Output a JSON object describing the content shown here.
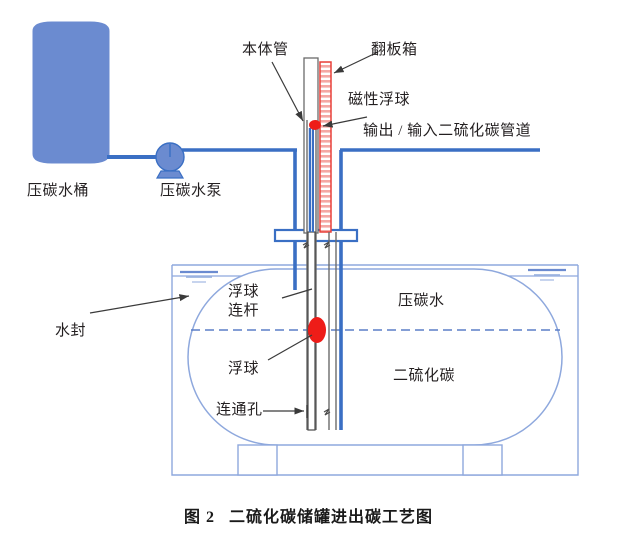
{
  "figure": {
    "caption_number": "图 2",
    "caption_text": "二硫化碳储罐进出碳工艺图"
  },
  "colors": {
    "tank_fill": "#6b8bd0",
    "pipe_blue": "#3a6fc4",
    "outline_blue": "#8ea8dd",
    "float_red": "#ee1c18",
    "flap_box_border": "#e8403a",
    "flap_box_stripe": "#f4a8a4",
    "leader_line": "#3a3a3a",
    "text": "#231f20"
  },
  "labels": {
    "water_bucket": "压碳水桶",
    "water_pump": "压碳水泵",
    "body_pipe": "本体管",
    "flap_box": "翻板箱",
    "magnetic_float": "磁性浮球",
    "cs2_pipeline": "输出 / 输入二硫化碳管道",
    "water_seal": "水封",
    "float_rod_line1": "浮球",
    "float_rod_line2": "连杆",
    "float_ball": "浮球",
    "pressing_water": "压碳水",
    "carbon_disulfide": "二硫化碳",
    "connecting_hole": "连通孔"
  },
  "components": {
    "water_bucket_vessel": "vertical-cylindrical-tank",
    "pump": "centrifugal-pump-icon",
    "storage_tank": "horizontal-rounded-storage-tank",
    "flap_box": "striped-level-gauge-column",
    "magnetic_float_upper": "red-float-marker",
    "float_ball_lower": "red-float-ellipse",
    "water_level_symbol_left": "water-level-symbol",
    "water_level_symbol_right": "water-level-symbol",
    "interface_line": "dashed-phase-interface",
    "flange": "pipe-flange-bar",
    "tank_saddle_left": "tank-support-saddle",
    "tank_saddle_right": "tank-support-saddle"
  }
}
